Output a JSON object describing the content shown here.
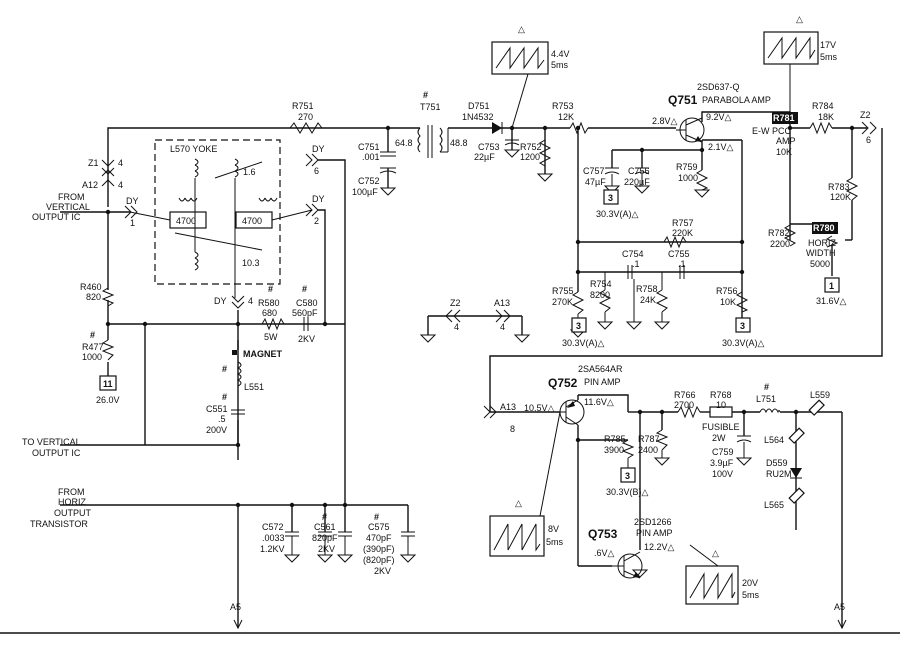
{
  "labels": {
    "r751": "R751",
    "r751_v": "270",
    "t751": "T751",
    "t751_a": "64.8",
    "t751_b": "48.8",
    "d751": "D751",
    "d751_v": "1N4532",
    "r753": "R753",
    "r753_v": "12K",
    "q751_part": "2SD637-Q",
    "q751": "Q751",
    "q751_fn": "PARABOLA AMP",
    "q751_v1": "2.8V△",
    "q751_v2": "9.2V△",
    "q751_v3": "2.1V△",
    "r784": "R784",
    "r784_v": "18K",
    "r781": "R781",
    "r781_fn": "E-W PCC",
    "r781_fn2": "AMP",
    "r781_v": "10K",
    "z2_top": "Z2",
    "z2_top_pin": "6",
    "z1": "Z1",
    "z1_pin": "4",
    "a12": "A12",
    "a12_pin": "4",
    "from_vert": "FROM",
    "from_vert2": "VERTICAL",
    "from_vert3": "OUTPUT IC",
    "l570": "L570 YOKE",
    "dy": "DY",
    "dy_6": "6",
    "dy_1": "1",
    "dy_2": "2",
    "dy_4": "4",
    "yoke_1_6": "1.6",
    "yoke_4700a": "4700",
    "yoke_4700b": "4700",
    "yoke_10_3": "10.3",
    "c751": "C751",
    "c751_v": ".001",
    "c752": "C752",
    "c752_v": "100µF",
    "c753": "C753",
    "c753_v": "22µF",
    "r752": "R752",
    "r752_v": "1200",
    "c757": "C757",
    "c757_v": "47µF",
    "c756": "C756",
    "c756_v": "220µF",
    "r759": "R759",
    "r759_v": "1000",
    "tp3": "3",
    "tp3_v": "30.3V(A)△",
    "r757": "R757",
    "r757_v": "220K",
    "r783": "R783",
    "r783_v": "120K",
    "r782": "R782",
    "r782_v": "2200",
    "r780": "R780",
    "r780_fn": "HORIZ",
    "r780_fn2": "WIDTH",
    "r780_v": "5000",
    "tp1": "1",
    "tp1_v": "31.6V△",
    "c754": "C754",
    "c754_v": ".1",
    "c755": "C755",
    "c755_v": ".1",
    "r755": "R755",
    "r755_v": "270K",
    "r754": "R754",
    "r754_v": "8200",
    "r758": "R758",
    "r758_v": "24K",
    "r756": "R756",
    "r756_v": "10K",
    "tp3b": "3",
    "tp3b_v": "30.3V(A)△",
    "tp3c": "3",
    "tp3c_v": "30.3V(A)△",
    "z2_mid": "Z2",
    "z2_mid_pin": "4",
    "a13_mid": "A13",
    "a13_mid_pin": "4",
    "r460": "R460",
    "r460_v": "820",
    "r580": "R580",
    "r580_v": "680",
    "r580_w": "5W",
    "c580": "C580",
    "c580_v": "560pF",
    "c580_kv": "2KV",
    "r477": "R477",
    "r477_v": "1000",
    "tp11": "11",
    "tp11_v": "26.0V",
    "magnet": "MAGNET",
    "l551": "L551",
    "c551": "C551",
    "c551_v": ".5",
    "c551_kv": "200V",
    "to_vert": "TO VERTICAL",
    "to_vert2": "OUTPUT IC",
    "from_horiz": "FROM",
    "from_horiz2": "HORIZ",
    "from_horiz3": "OUTPUT",
    "from_horiz4": "TRANSISTOR",
    "c572": "C572",
    "c572_v": ".0033",
    "c572_kv": "1.2KV",
    "c561": "C561",
    "c561_v": "820pF",
    "c561_kv": "2KV",
    "c575": "C575",
    "c575_v": "470pF",
    "c575_v2": "(390pF)",
    "c575_v3": "(820pF)",
    "c575_kv": "2KV",
    "a5_left": "A5",
    "a5_right": "A5",
    "q752_part": "2SA564AR",
    "q752": "Q752",
    "q752_fn": "PIN AMP",
    "a13_low": "A13",
    "a13_low_pin": "8",
    "q752_v1": "10.5V△",
    "q752_v2": "11.6V△",
    "r766": "R766",
    "r766_v": "2700",
    "r768": "R768",
    "r768_v": "10",
    "r768_fn": "FUSIBLE",
    "r768_w": "2W",
    "l751": "L751",
    "l559": "L559",
    "r785": "R785",
    "r785_v": "3900",
    "r787": "R787",
    "r787_v": "2400",
    "c759": "C759",
    "c759_v": "3.9µF",
    "c759_kv": "100V",
    "l564": "L564",
    "d559": "D559",
    "d559_v": "RU2M",
    "l565": "L565",
    "tp3d": "3",
    "tp3d_v": "30.3V(B)△",
    "q753_part": "2SD1266",
    "q753": "Q753",
    "q753_fn": "PIN AMP",
    "q753_v1": ".6V△",
    "q753_v2": "12.2V△",
    "wf1_v": "4.4V",
    "wf1_t": "5ms",
    "wf2_v": "17V",
    "wf2_t": "5ms",
    "wf3_v": "8V",
    "wf3_t": "5ms",
    "wf4_v": "20V",
    "wf4_t": "5ms",
    "delta": "△",
    "hash": "#"
  }
}
